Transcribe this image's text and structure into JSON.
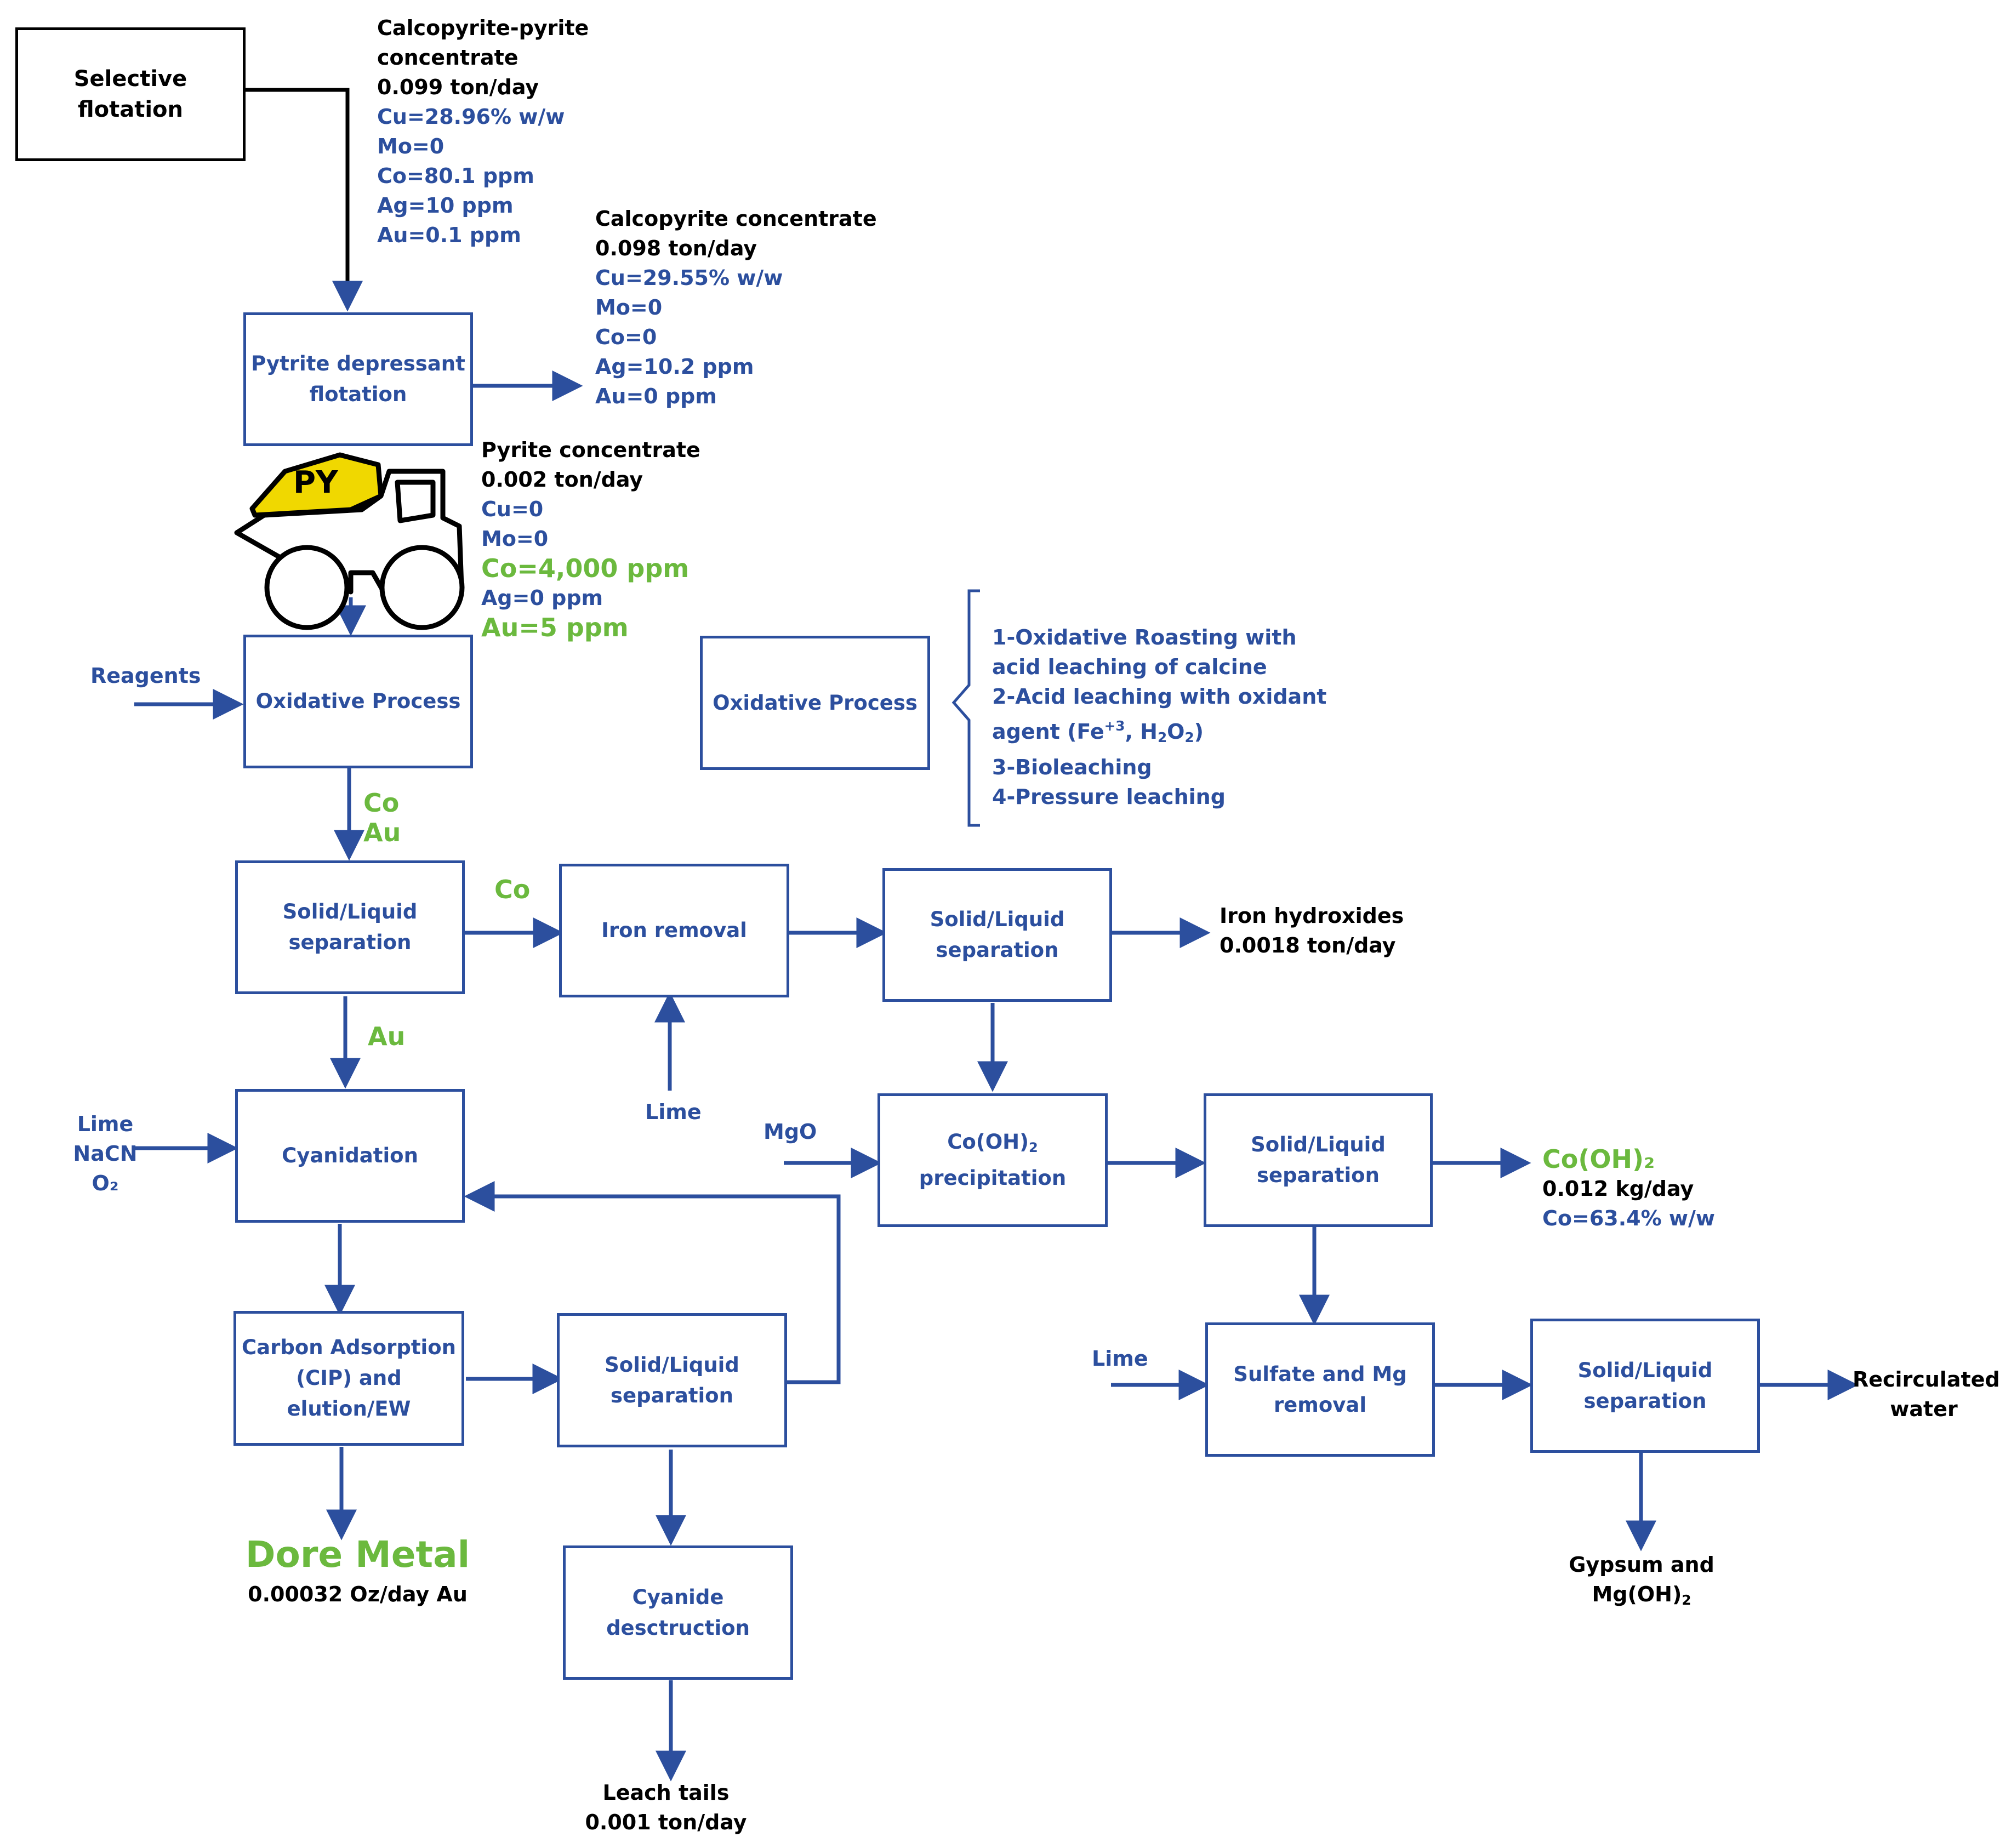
{
  "colors": {
    "blue": "#2c4f9e",
    "green": "#6bb93e",
    "black": "#000000",
    "truck_load": "#f0d800"
  },
  "boxes": {
    "selective_flotation": "Selective flotation",
    "pyrite_depressant": [
      "Pytrite depressant",
      "flotation"
    ],
    "oxidative_process": "Oxidative Process",
    "oxidative_process_legend": "Oxidative Process",
    "sl_sep_1": [
      "Solid/Liquid",
      "separation"
    ],
    "iron_removal": "Iron removal",
    "sl_sep_2": [
      "Solid/Liquid",
      "separation"
    ],
    "cyanidation": "Cyanidation",
    "cooh2_precip": {
      "pre": "Co(OH)",
      "sub": "2",
      "post": "precipitation"
    },
    "sl_sep_4": [
      "Solid/Liquid",
      "separation"
    ],
    "carbon_adsorption": [
      "Carbon Adsorption",
      "(CIP) and",
      "elution/EW"
    ],
    "sl_sep_3": [
      "Solid/Liquid",
      "separation"
    ],
    "sulfate_mg": [
      "Sulfate and Mg",
      "removal"
    ],
    "sl_sep_5": [
      "Solid/Liquid",
      "separation"
    ],
    "cyanide_destruction": [
      "Cyanide",
      "desctruction"
    ]
  },
  "streams": {
    "cp_concentrate": {
      "name": [
        "Calcopyrite-pyrite",
        "concentrate"
      ],
      "rate": "0.099  ton/day",
      "assays": [
        "Cu=28.96%  w/w",
        "Mo=0",
        "Co=80.1 ppm",
        "Ag=10 ppm",
        "Au=0.1 ppm"
      ]
    },
    "c_concentrate": {
      "name": "Calcopyrite concentrate",
      "rate": "0.098  ton/day",
      "assays": [
        "Cu=29.55%  w/w",
        "Mo=0",
        "Co=0",
        "Ag=10.2  ppm",
        "Au=0 ppm"
      ]
    },
    "py_concentrate": {
      "name": "Pyrite concentrate",
      "rate": "0.002  ton/day",
      "assays_blue_1": [
        "Cu=0",
        "Mo=0"
      ],
      "co": "Co=4,000 ppm",
      "ag": "Ag=0 ppm",
      "au": "Au=5 ppm"
    },
    "iron_hydroxides": {
      "name": "Iron hydroxides",
      "rate": "0.0018  ton/day"
    },
    "cooh2_product": {
      "name": "Co(OH)₂",
      "rate": "0.012  kg/day",
      "assay": "Co=63.4% w/w"
    },
    "dore": {
      "name": "Dore Metal",
      "rate": "0.00032  Oz/day Au"
    },
    "leach_tails": {
      "name": "Leach tails",
      "rate": "0.001  ton/day"
    },
    "recirculated": [
      "Recirculated",
      "water"
    ],
    "gypsum": {
      "line1": "Gypsum and",
      "pre": "Mg(OH)",
      "sub": "2"
    }
  },
  "labels": {
    "reagents": "Reagents",
    "co_au_1": "Co",
    "co_au_2": "Au",
    "co": "Co",
    "au": "Au",
    "lime_iron": "Lime",
    "mgo": "MgO",
    "cyan_inputs": [
      "Lime",
      "NaCN",
      "O₂"
    ],
    "lime_sulfate": "Lime",
    "truck": "PY"
  },
  "legend": {
    "l1": "1-Oxidative Roasting with",
    "l2": "acid leaching of calcine",
    "l3": "2-Acid leaching with oxidant",
    "l4_pre": "agent (Fe",
    "l4_sup": "+3",
    "l4_mid": ", H",
    "l4_sub1": "2",
    "l4_o": "O",
    "l4_sub2": "2",
    "l4_end": ")",
    "l5": "3-Bioleaching",
    "l6": "4-Pressure leaching"
  }
}
